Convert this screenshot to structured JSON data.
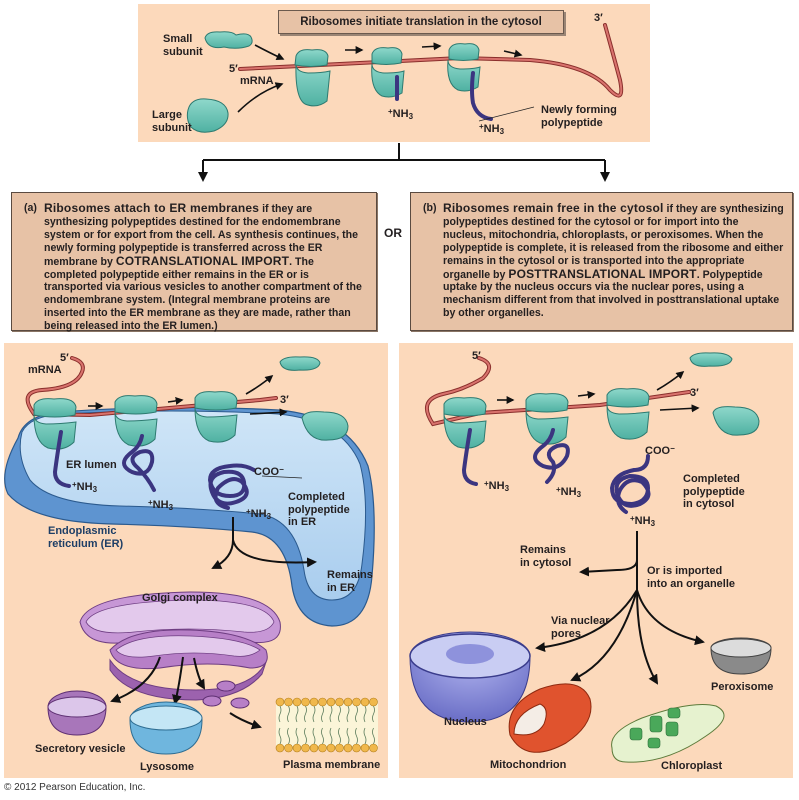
{
  "top": {
    "title": "Ribosomes initiate translation in the cytosol",
    "labels": {
      "small_subunit_1": "Small",
      "small_subunit_2": "subunit",
      "large_subunit_1": "Large",
      "large_subunit_2": "subunit",
      "five_prime": "5′",
      "three_prime": "3′",
      "mrna": "mRNA",
      "nh3": "NH",
      "nh3_sub": "3",
      "plus": "+",
      "newly_forming_1": "Newly forming",
      "newly_forming_2": "polypeptide"
    }
  },
  "box_a": {
    "tag": "(a)",
    "heading": "Ribosomes attach to ER membranes",
    "text1": " if they are synthesizing polypeptides destined for the endomembrane system or for export from the cell. As synthesis continues, the newly forming polypeptide is transferred across the ER membrane by ",
    "emphasis": "COTRANSLATIONAL IMPORT",
    "text2": ".  The completed polypeptide either remains in the ER or is transported via various vesicles to another compartment of the endomembrane system. (Integral membrane proteins are inserted into the ER membrane as they are made, rather than being released into the ER lumen.)"
  },
  "or_label": "OR",
  "box_b": {
    "tag": "(b)",
    "heading": "Ribosomes remain free in the cytosol",
    "text1": " if they are synthesizing polypeptides destined for the cytosol or for import into the nucleus, mitochondria, chloroplasts, or peroxisomes. When the polypeptide is complete, it is released from the ribosome and either remains in the cytosol or is transported into the appropriate organelle by ",
    "emphasis": "POSTTRANSLATIONAL IMPORT",
    "text2": ". Polypeptide uptake by the nucleus occurs via the nuclear pores, using a mechanism different from that involved in posttranslational uptake by other organelles."
  },
  "left_panel": {
    "five_prime": "5′",
    "three_prime": "3′",
    "mrna": "mRNA",
    "er_lumen": "ER lumen",
    "coo": "COO",
    "coo_sup": "−",
    "completed_1": "Completed",
    "completed_2": "polypeptide",
    "completed_3": "in ER",
    "er_1": "Endoplasmic",
    "er_2": "reticulum (ER)",
    "remains_1": "Remains",
    "remains_2": "in ER",
    "golgi": "Golgi complex",
    "secretory": "Secretory vesicle",
    "lysosome": "Lysosome",
    "plasma": "Plasma membrane"
  },
  "right_panel": {
    "five_prime": "5′",
    "three_prime": "3′",
    "coo": "COO",
    "coo_sup": "−",
    "completed_1": "Completed",
    "completed_2": "polypeptide",
    "completed_3": "in cytosol",
    "remains_1": "Remains",
    "remains_2": "in cytosol",
    "imported_1": "Or is imported",
    "imported_2": "into an organelle",
    "via_1": "Via nuclear",
    "via_2": "pores",
    "nucleus": "Nucleus",
    "mitochondrion": "Mitochondrion",
    "chloroplast": "Chloroplast",
    "peroxisome": "Peroxisome"
  },
  "copyright": "© 2012 Pearson Education, Inc.",
  "colors": {
    "panel_bg": "#fcd9bb",
    "textbox_bg": "#e7c2a6",
    "ribosome": "#6fc7b8",
    "mrna": "#c0504d",
    "polypeptide": "#5a54a0",
    "er_light": "#bcd9f2",
    "er_dark": "#5e94d0",
    "golgi": "#b77fc7",
    "lysosome": "#8ccbe6",
    "mitochondrion": "#e0532e",
    "chloroplast": "#5fb86a",
    "peroxisome": "#8a8a8a",
    "nucleus": "#8c8fd8"
  }
}
